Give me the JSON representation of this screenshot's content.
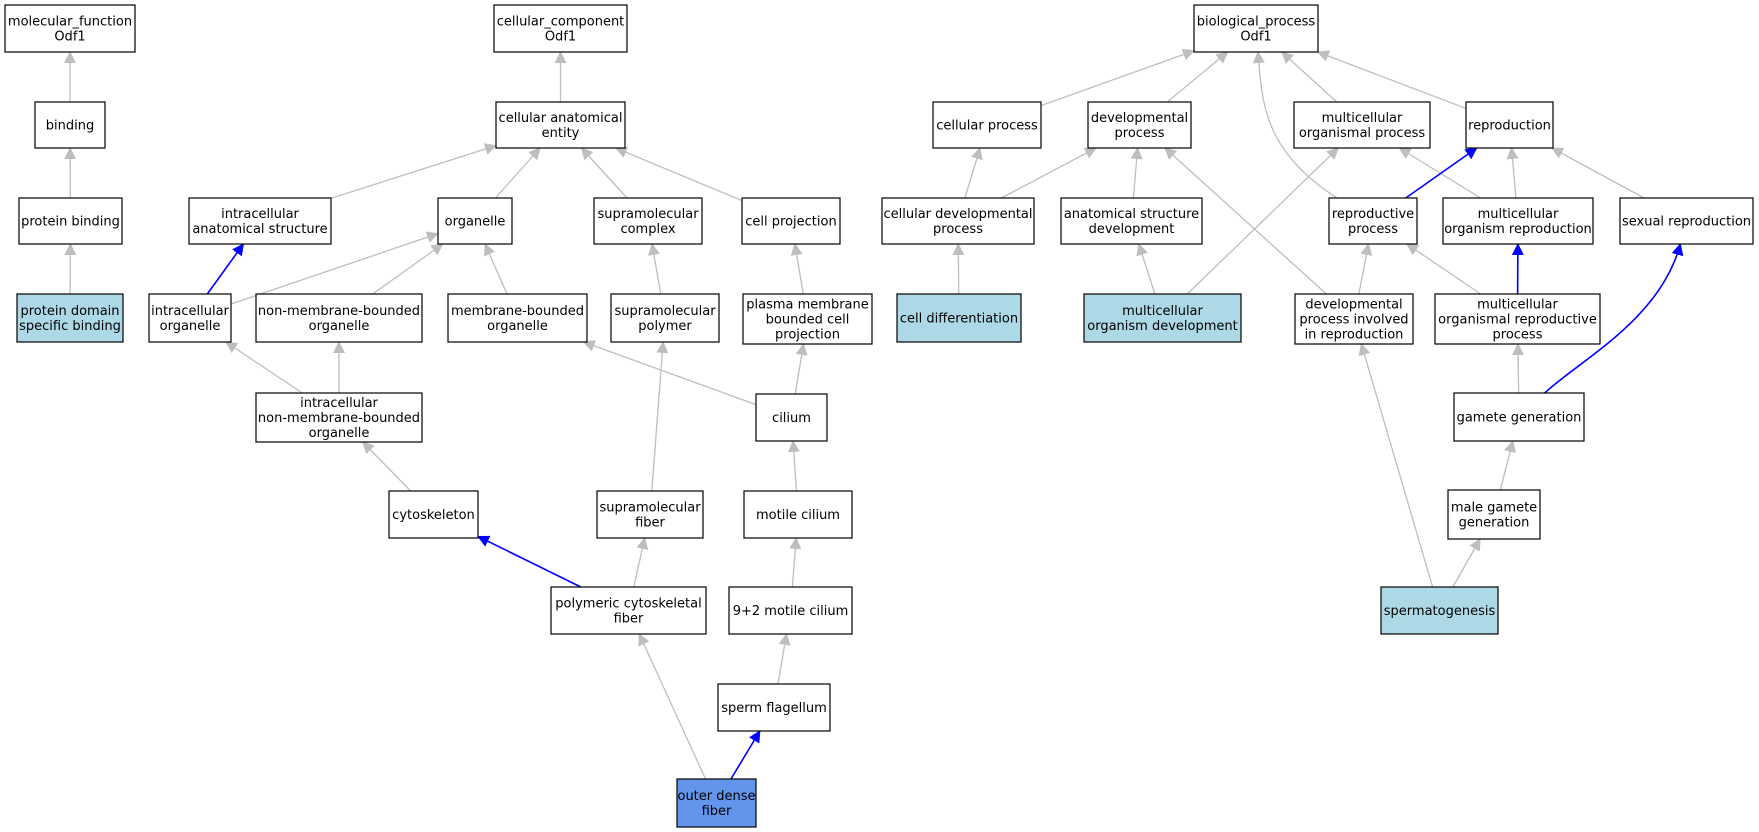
{
  "colors": {
    "default_fill": "#ffffff",
    "annotated_fill": "#add8e6",
    "query_fill": "#6495ed",
    "edge_default": "#bebebe",
    "edge_highlight": "#0000ff"
  },
  "nodes": [
    {
      "id": "mf",
      "lines": [
        "molecular_function",
        "Odf1"
      ],
      "fill": "default"
    },
    {
      "id": "binding",
      "lines": [
        "binding"
      ],
      "fill": "default"
    },
    {
      "id": "protein_binding",
      "lines": [
        "protein binding"
      ],
      "fill": "default"
    },
    {
      "id": "pdsb",
      "lines": [
        "protein domain",
        "specific binding"
      ],
      "fill": "annotated"
    },
    {
      "id": "cc",
      "lines": [
        "cellular_component",
        "Odf1"
      ],
      "fill": "default"
    },
    {
      "id": "cae",
      "lines": [
        "cellular anatomical",
        "entity"
      ],
      "fill": "default"
    },
    {
      "id": "ias",
      "lines": [
        "intracellular",
        "anatomical structure"
      ],
      "fill": "default"
    },
    {
      "id": "organelle",
      "lines": [
        "organelle"
      ],
      "fill": "default"
    },
    {
      "id": "smc",
      "lines": [
        "supramolecular",
        "complex"
      ],
      "fill": "default"
    },
    {
      "id": "cellproj",
      "lines": [
        "cell projection"
      ],
      "fill": "default"
    },
    {
      "id": "io",
      "lines": [
        "intracellular",
        "organelle"
      ],
      "fill": "default"
    },
    {
      "id": "nmbo",
      "lines": [
        "non-membrane-bounded",
        "organelle"
      ],
      "fill": "default"
    },
    {
      "id": "mbo",
      "lines": [
        "membrane-bounded",
        "organelle"
      ],
      "fill": "default"
    },
    {
      "id": "smp",
      "lines": [
        "supramolecular",
        "polymer"
      ],
      "fill": "default"
    },
    {
      "id": "pmbcp",
      "lines": [
        "plasma membrane",
        "bounded cell",
        "projection"
      ],
      "fill": "default"
    },
    {
      "id": "inmbo",
      "lines": [
        "intracellular",
        "non-membrane-bounded",
        "organelle"
      ],
      "fill": "default"
    },
    {
      "id": "cilium",
      "lines": [
        "cilium"
      ],
      "fill": "default"
    },
    {
      "id": "cytoskeleton",
      "lines": [
        "cytoskeleton"
      ],
      "fill": "default"
    },
    {
      "id": "smf",
      "lines": [
        "supramolecular",
        "fiber"
      ],
      "fill": "default"
    },
    {
      "id": "motile",
      "lines": [
        "motile cilium"
      ],
      "fill": "default"
    },
    {
      "id": "pcf",
      "lines": [
        "polymeric cytoskeletal",
        "fiber"
      ],
      "fill": "default"
    },
    {
      "id": "m92",
      "lines": [
        "9+2 motile cilium"
      ],
      "fill": "default"
    },
    {
      "id": "sperm_flag",
      "lines": [
        "sperm flagellum"
      ],
      "fill": "default"
    },
    {
      "id": "odf",
      "lines": [
        "outer dense",
        "fiber"
      ],
      "fill": "query"
    },
    {
      "id": "bp",
      "lines": [
        "biological_process",
        "Odf1"
      ],
      "fill": "default"
    },
    {
      "id": "cellproc",
      "lines": [
        "cellular process"
      ],
      "fill": "default"
    },
    {
      "id": "devproc",
      "lines": [
        "developmental",
        "process"
      ],
      "fill": "default"
    },
    {
      "id": "mop",
      "lines": [
        "multicellular",
        "organismal process"
      ],
      "fill": "default"
    },
    {
      "id": "repro",
      "lines": [
        "reproduction"
      ],
      "fill": "default"
    },
    {
      "id": "cdp",
      "lines": [
        "cellular developmental",
        "process"
      ],
      "fill": "default"
    },
    {
      "id": "asd",
      "lines": [
        "anatomical structure",
        "development"
      ],
      "fill": "default"
    },
    {
      "id": "rp",
      "lines": [
        "reproductive",
        "process"
      ],
      "fill": "default"
    },
    {
      "id": "mor",
      "lines": [
        "multicellular",
        "organism reproduction"
      ],
      "fill": "default"
    },
    {
      "id": "sexrep",
      "lines": [
        "sexual reproduction"
      ],
      "fill": "default"
    },
    {
      "id": "celldiff",
      "lines": [
        "cell differentiation"
      ],
      "fill": "annotated"
    },
    {
      "id": "mod",
      "lines": [
        "multicellular",
        "organism development"
      ],
      "fill": "annotated"
    },
    {
      "id": "dpir",
      "lines": [
        "developmental",
        "process involved",
        "in reproduction"
      ],
      "fill": "default"
    },
    {
      "id": "morp",
      "lines": [
        "multicellular",
        "organismal reproductive",
        "process"
      ],
      "fill": "default"
    },
    {
      "id": "gamgen",
      "lines": [
        "gamete generation"
      ],
      "fill": "default"
    },
    {
      "id": "mgg",
      "lines": [
        "male gamete",
        "generation"
      ],
      "fill": "default"
    },
    {
      "id": "spermato",
      "lines": [
        "spermatogenesis"
      ],
      "fill": "annotated"
    }
  ],
  "edges": [
    {
      "from": "binding",
      "to": "mf",
      "highlight": false
    },
    {
      "from": "protein_binding",
      "to": "binding",
      "highlight": false
    },
    {
      "from": "pdsb",
      "to": "protein_binding",
      "highlight": false
    },
    {
      "from": "cae",
      "to": "cc",
      "highlight": false
    },
    {
      "from": "ias",
      "to": "cae",
      "highlight": false
    },
    {
      "from": "organelle",
      "to": "cae",
      "highlight": false
    },
    {
      "from": "smc",
      "to": "cae",
      "highlight": false
    },
    {
      "from": "cellproj",
      "to": "cae",
      "highlight": false
    },
    {
      "from": "io",
      "to": "ias",
      "highlight": true
    },
    {
      "from": "io",
      "to": "organelle",
      "highlight": false
    },
    {
      "from": "nmbo",
      "to": "organelle",
      "highlight": false
    },
    {
      "from": "mbo",
      "to": "organelle",
      "highlight": false
    },
    {
      "from": "smp",
      "to": "smc",
      "highlight": false
    },
    {
      "from": "pmbcp",
      "to": "cellproj",
      "highlight": false
    },
    {
      "from": "inmbo",
      "to": "io",
      "highlight": false
    },
    {
      "from": "inmbo",
      "to": "nmbo",
      "highlight": false
    },
    {
      "from": "cilium",
      "to": "mbo",
      "highlight": false
    },
    {
      "from": "cilium",
      "to": "pmbcp",
      "highlight": false
    },
    {
      "from": "cytoskeleton",
      "to": "inmbo",
      "highlight": false
    },
    {
      "from": "smf",
      "to": "smp",
      "highlight": false
    },
    {
      "from": "motile",
      "to": "cilium",
      "highlight": false
    },
    {
      "from": "pcf",
      "to": "cytoskeleton",
      "highlight": true
    },
    {
      "from": "pcf",
      "to": "smf",
      "highlight": false
    },
    {
      "from": "m92",
      "to": "motile",
      "highlight": false
    },
    {
      "from": "sperm_flag",
      "to": "m92",
      "highlight": false
    },
    {
      "from": "odf",
      "to": "pcf",
      "highlight": false
    },
    {
      "from": "odf",
      "to": "sperm_flag",
      "highlight": true
    },
    {
      "from": "cellproc",
      "to": "bp",
      "highlight": false
    },
    {
      "from": "devproc",
      "to": "bp",
      "highlight": false
    },
    {
      "from": "mop",
      "to": "bp",
      "highlight": false
    },
    {
      "from": "repro",
      "to": "bp",
      "highlight": false
    },
    {
      "from": "rp",
      "to": "bp",
      "highlight": false
    },
    {
      "from": "cdp",
      "to": "cellproc",
      "highlight": false
    },
    {
      "from": "cdp",
      "to": "devproc",
      "highlight": false
    },
    {
      "from": "asd",
      "to": "devproc",
      "highlight": false
    },
    {
      "from": "dpir",
      "to": "devproc",
      "highlight": false
    },
    {
      "from": "mod",
      "to": "mop",
      "highlight": false
    },
    {
      "from": "mor",
      "to": "mop",
      "highlight": false
    },
    {
      "from": "rp",
      "to": "repro",
      "highlight": true
    },
    {
      "from": "mor",
      "to": "repro",
      "highlight": false
    },
    {
      "from": "sexrep",
      "to": "repro",
      "highlight": false
    },
    {
      "from": "celldiff",
      "to": "cdp",
      "highlight": false
    },
    {
      "from": "mod",
      "to": "asd",
      "highlight": false
    },
    {
      "from": "dpir",
      "to": "rp",
      "highlight": false
    },
    {
      "from": "morp",
      "to": "rp",
      "highlight": false
    },
    {
      "from": "morp",
      "to": "mor",
      "highlight": true
    },
    {
      "from": "gamgen",
      "to": "morp",
      "highlight": false
    },
    {
      "from": "gamgen",
      "to": "sexrep",
      "highlight": true
    },
    {
      "from": "mgg",
      "to": "gamgen",
      "highlight": false
    },
    {
      "from": "spermato",
      "to": "mgg",
      "highlight": false
    },
    {
      "from": "spermato",
      "to": "dpir",
      "highlight": false
    }
  ]
}
